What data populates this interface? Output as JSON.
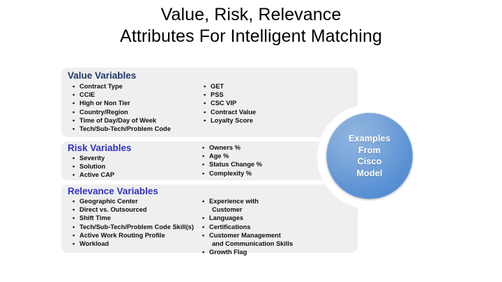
{
  "title": {
    "line1": "Value, Risk, Relevance",
    "line2": "Attributes For Intelligent Matching"
  },
  "colors": {
    "panel_background": "#EFEFEF",
    "value_heading": "#1F3864",
    "risk_heading": "#3131C8",
    "relevance_heading": "#3131C8",
    "circle_fill": "#5B92D4",
    "circle_text": "#FFFFFF",
    "body_text": "#0D0D0D",
    "page_background": "#FFFFFF"
  },
  "sections": [
    {
      "heading": "Value Variables",
      "left_items": [
        "Contract Type",
        "CCIE",
        "High or Non Tier",
        "Country/Region",
        "Time of Day/Day of Week",
        "Tech/Sub-Tech/Problem Code"
      ],
      "right_items": [
        "GET",
        "PSS",
        "CSC VIP",
        "Contract Value",
        "Loyalty Score"
      ]
    },
    {
      "heading": "Risk Variables",
      "left_items": [
        "Severity",
        "Solution",
        "Active CAP"
      ],
      "right_items": [
        "Owners %",
        "Age %",
        "Status Change %",
        "Complexity %"
      ]
    },
    {
      "heading": "Relevance Variables",
      "left_items": [
        "Geographic Center",
        "Direct vs. Outsourced",
        "Shift Time",
        "Tech/Sub-Tech/Problem Code Skill(s)",
        "Active Work Routing Profile",
        "Workload"
      ],
      "right_items": [
        "Experience with",
        "Customer",
        "Languages",
        "Certifications",
        "Customer Management",
        "and Communication Skills",
        "Growth Flag"
      ]
    }
  ],
  "callout": {
    "line1": "Examples",
    "line2": "From",
    "line3": "Cisco",
    "line4": "Model"
  },
  "bullet_glyph": "•"
}
